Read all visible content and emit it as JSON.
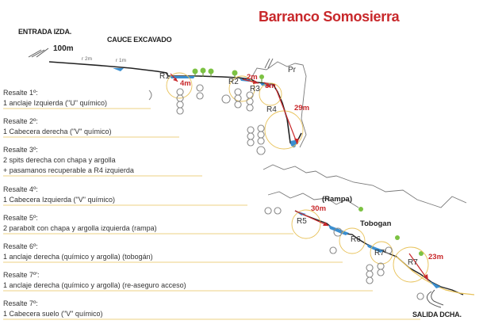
{
  "title": "Barranco Somosierra",
  "entrada": "ENTRADA IZDA.",
  "salida": "SALIDA DCHA.",
  "cauce": "CAUCE EXCAVADO",
  "distance": "100m",
  "small_labels": [
    "r 2m",
    "r 1m"
  ],
  "pr_label": "Pr",
  "rappels": [
    "R1",
    "R2",
    "R3",
    "R4",
    "R5",
    "R6",
    "R7'",
    "R7"
  ],
  "measures": [
    "4m",
    "2m",
    "3m",
    "29m",
    "30m",
    "23m"
  ],
  "rampa": "(Rampa)",
  "tobogan": "Tobogan",
  "resaltes": [
    {
      "title": "Resalte 1º:",
      "desc": "1 anclaje Izquierda (\"U\" químico)"
    },
    {
      "title": "Resalte 2º:",
      "desc": "1 Cabecera derecha (\"V\" químico)"
    },
    {
      "title": "Resalte 3º:",
      "desc": "2 spits derecha con chapa y argolla",
      "desc2": "+ pasamanos recuperable a R4 izquierda"
    },
    {
      "title": "Resalte 4º:",
      "desc": "1 Cabecera Izquierda (\"V\" químico)"
    },
    {
      "title": "Resalte 5º:",
      "desc": "2 parabolt con chapa y argolla izquierda (rampa)"
    },
    {
      "title": "Resalte 6º:",
      "desc": "1 anclaje derecha (químico y argolla) (tobogán)"
    },
    {
      "title": "Resalte 7º':",
      "desc": "1 anclaje derecha (químico y argolla) (re-aseguro acceso)"
    },
    {
      "title": "Resalte 7º:",
      "desc": "1 Cabecera suelo (\"V\" químico)"
    }
  ],
  "colors": {
    "title": "#c8282b",
    "water": "#3b8fd0",
    "tree": "#7cc243",
    "trail": "#e8c25a",
    "arrow": "#c8282b",
    "rock": "#777777"
  }
}
